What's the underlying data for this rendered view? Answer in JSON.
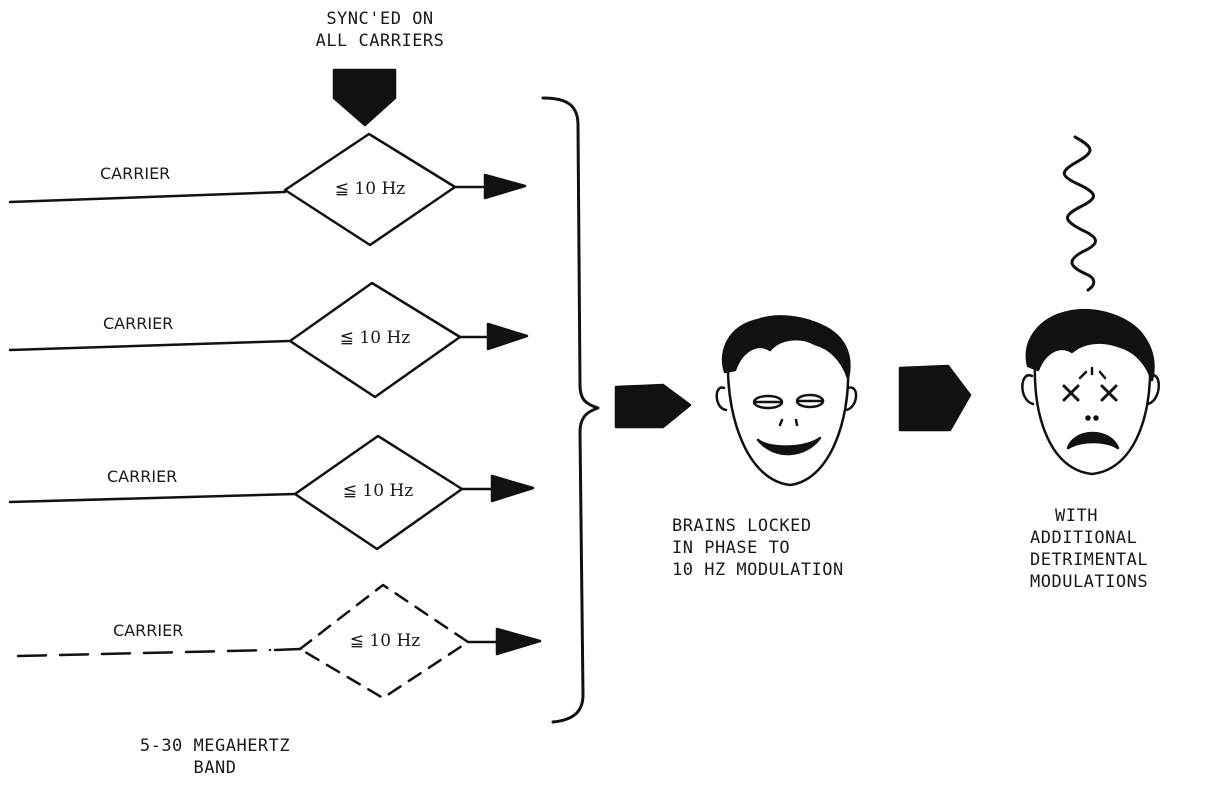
{
  "header": {
    "sync_label_line1": "SYNC'ED ON",
    "sync_label_line2": "ALL CARRIERS"
  },
  "carriers": [
    {
      "label": "CARRIER",
      "modulation": "≦ 10 Hz",
      "dashed": false
    },
    {
      "label": "CARRIER",
      "modulation": "≦ 10 Hz",
      "dashed": false
    },
    {
      "label": "CARRIER",
      "modulation": "≦ 10 Hz",
      "dashed": false
    },
    {
      "label": "CARRIER",
      "modulation": "≦ 10 Hz",
      "dashed": true
    }
  ],
  "band_label": {
    "line1": "5-30 MEGAHERTZ",
    "line2": "BAND"
  },
  "locked_face": {
    "icon": "smiling-face-icon",
    "line1": "BRAINS LOCKED",
    "line2": "IN PHASE TO",
    "line3": "10 HZ  MODULATION"
  },
  "distressed_face": {
    "icon": "distressed-face-icon",
    "line1": "WITH",
    "line2": "ADDITIONAL",
    "line3": "DETRIMENTAL",
    "line4": "MODULATIONS"
  },
  "colors": {
    "ink": "#111111",
    "background": "#ffffff"
  }
}
